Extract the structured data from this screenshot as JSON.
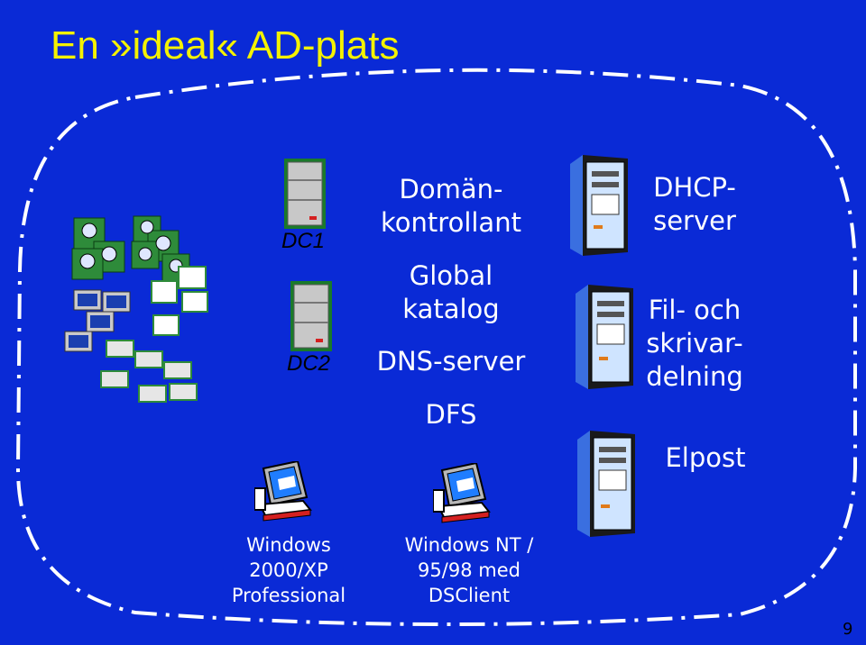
{
  "slide": {
    "title": "En »ideal« AD-plats",
    "page_number": "9"
  },
  "diagram": {
    "dc1_label": "DC1",
    "dc2_label": "DC2",
    "center_labels": {
      "domain_controller": [
        "Domän-",
        "kontrollant"
      ],
      "global_catalog": [
        "Global",
        "katalog"
      ],
      "dns": "DNS-server",
      "dfs": "DFS"
    },
    "right_labels": {
      "dhcp": [
        "DHCP-",
        "server"
      ],
      "file_print": [
        "Fil- och",
        "skrivar-",
        "delning"
      ],
      "email": "Elpost"
    },
    "clients": {
      "win2000": [
        "Windows",
        "2000/XP",
        "Professional"
      ],
      "winnt": [
        "Windows NT /",
        "95/98 med",
        "DSClient"
      ]
    }
  },
  "colors": {
    "background": "#0a2ad6",
    "title": "#f4f200",
    "boundary": "#ffffff",
    "text": "#ffffff"
  },
  "icons": {
    "directory_objects": "users-computers-printers-icon",
    "domain_controller": "server-icon",
    "tower_server": "tower-server-icon",
    "workstation": "desktop-computer-icon"
  }
}
